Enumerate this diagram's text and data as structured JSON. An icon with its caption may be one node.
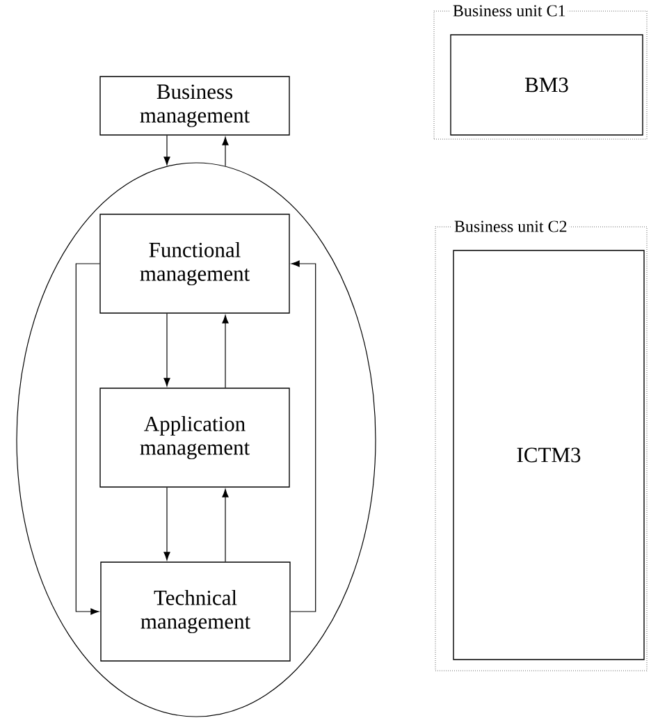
{
  "diagram": {
    "nodes": [
      {
        "text": [
          "Business management"
        ]
      },
      {
        "text": [],
        "shape": "ellipse"
      },
      {
        "text": [
          "Functional management"
        ],
        "in": 1
      },
      {
        "text": [
          "Application management"
        ],
        "in": 1
      },
      {
        "text": [
          "Technical management"
        ],
        "in": 1
      },
      {
        "text": [
          "Business unit C1"
        ]
      },
      {
        "text": [
          "BM3"
        ],
        "in": 5
      },
      {
        "text": [
          "Business unit C2"
        ]
      },
      {
        "text": [
          "ICTM3"
        ],
        "in": 7
      }
    ],
    "edges": [
      {
        "from": 0,
        "to": 1,
        "arrow": "to"
      },
      {
        "from": 1,
        "to": 0,
        "arrow": "to"
      },
      {
        "from": 2,
        "to": 3,
        "arrow": "to"
      },
      {
        "from": 3,
        "to": 2,
        "arrow": "to"
      },
      {
        "from": 3,
        "to": 4,
        "arrow": "to"
      },
      {
        "from": 4,
        "to": 3,
        "arrow": "to"
      },
      {
        "from": 2,
        "to": 4,
        "arrow": "to"
      },
      {
        "from": 4,
        "to": 2,
        "arrow": "to"
      }
    ]
  }
}
